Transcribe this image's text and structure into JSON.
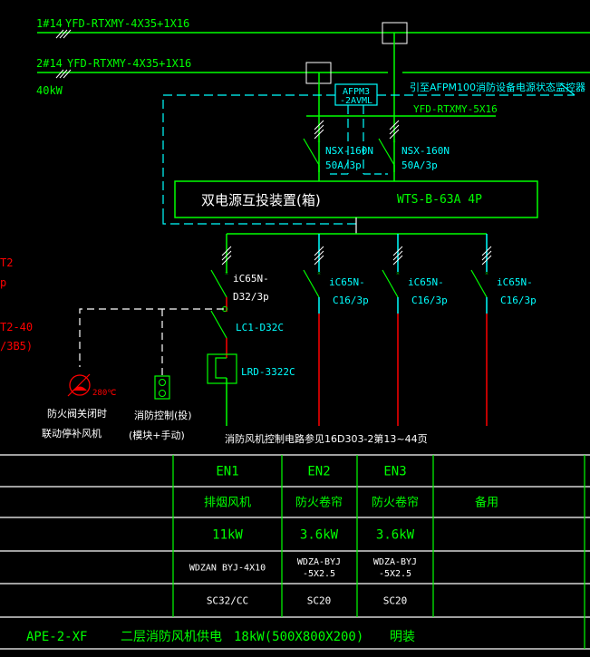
{
  "colors": {
    "background": "#000000",
    "green": "#00ff00",
    "cyan": "#00ffff",
    "white": "#ffffff",
    "red": "#ff0000"
  },
  "feeders": [
    {
      "id": "1#14",
      "cable": "YFD-RTXMY-4X35+1X16"
    },
    {
      "id": "2#14",
      "cable": "YFD-RTXMY-4X35+1X16"
    }
  ],
  "load_label": "40kW",
  "monitor": {
    "module_line1": "AFPM3",
    "module_line2": "-2AVML",
    "note": "引至AFPM100消防设备电源状态监控器",
    "cable": "YFD-RTXMY-5X16"
  },
  "incoming_breakers": [
    {
      "model": "NSX-160N",
      "rating": "50A/3p"
    },
    {
      "model": "NSX-160N",
      "rating": "50A/3p"
    }
  ],
  "ats": {
    "label": "双电源互投装置(箱)",
    "model": "WTS-B-63A 4P"
  },
  "left_partial": [
    "T2",
    "p",
    "T2-40",
    "/3B5)"
  ],
  "outgoing": [
    {
      "model": "iC65N-",
      "rating": "D32/3p",
      "contactor": "LC1-D32C",
      "relay": "LRD-3322C"
    },
    {
      "model": "iC65N-",
      "rating": "C16/3p"
    },
    {
      "model": "iC65N-",
      "rating": "C16/3p"
    },
    {
      "model": "iC65N-",
      "rating": "C16/3p"
    }
  ],
  "damper": {
    "temp": "280℃",
    "label_line1": "防火阀关闭时",
    "label_line2": "联动停补风机"
  },
  "control": {
    "label_line1": "消防控制(投)",
    "label_line2": "(模块+手动)"
  },
  "reference_note": "消防风机控制电路参见16D303-2第13~44页",
  "table": {
    "rows": [
      {
        "name": "circuit",
        "cells": [
          "EN1",
          "EN2",
          "EN3",
          ""
        ]
      },
      {
        "name": "usage",
        "cells": [
          "排烟风机",
          "防火卷帘",
          "防火卷帘",
          "备用"
        ]
      },
      {
        "name": "power",
        "cells": [
          "11kW",
          "3.6kW",
          "3.6kW",
          ""
        ]
      },
      {
        "name": "cable",
        "cells": [
          "WDZAN BYJ-4X10",
          "WDZA-BYJ\n-5X2.5",
          "WDZA-BYJ\n-5X2.5",
          ""
        ]
      },
      {
        "name": "conduit",
        "cells": [
          "SC32/CC",
          "SC20",
          "SC20",
          ""
        ]
      }
    ]
  },
  "footer": {
    "panel_id": "APE-2-XF",
    "description": "二层消防风机供电",
    "spec": "18kW(500X800X200)",
    "mounting": "明装"
  }
}
